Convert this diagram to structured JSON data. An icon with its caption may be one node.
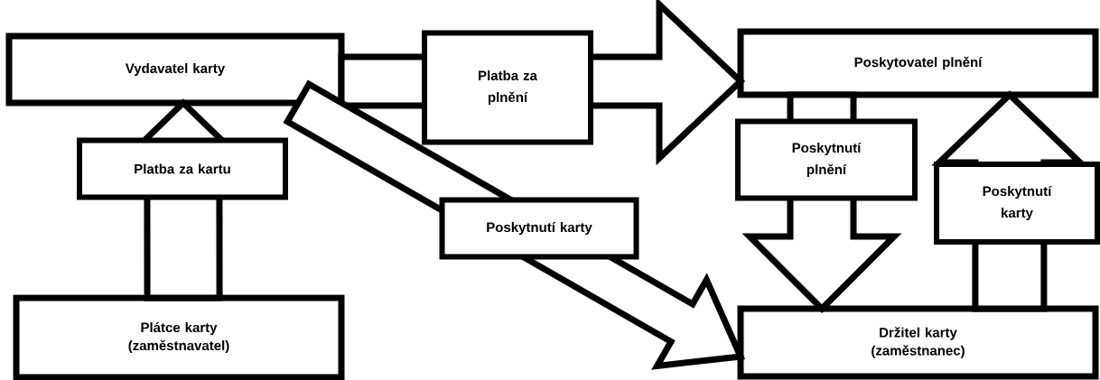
{
  "diagram": {
    "nodes": [
      {
        "text": [
          "Vydavatel karty"
        ]
      },
      {
        "text": [
          "Plátce karty (zaměstnavatel)"
        ]
      },
      {
        "text": [
          "Poskytovatel plnění"
        ]
      },
      {
        "text": [
          "Držitel karty (zaměstnanec)"
        ]
      }
    ],
    "edges": [
      {
        "from": 1,
        "to": 0,
        "arrow": "to",
        "label": "Platba za kartu"
      },
      {
        "from": 0,
        "to": 2,
        "arrow": "to",
        "label": "Platba za plnění"
      },
      {
        "from": 0,
        "to": 3,
        "arrow": "to",
        "label": "Poskytnutí karty"
      },
      {
        "from": 2,
        "to": 3,
        "arrow": "to",
        "label": "Poskytnutí plnění"
      },
      {
        "from": 3,
        "to": 2,
        "arrow": "to",
        "label": "Poskytnutí karty"
      }
    ]
  }
}
